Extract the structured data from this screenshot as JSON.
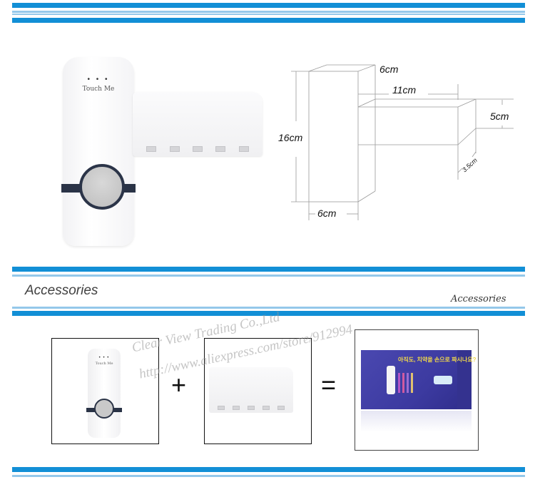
{
  "top_banner": {
    "colors": {
      "dark_blue": "#128fd6",
      "light_blue": "#94c8ea"
    }
  },
  "product_photo": {
    "dispenser_dots": "• • •",
    "dispenser_label": "Touch Me"
  },
  "dimensions": {
    "height": "16cm",
    "depth_top": "6cm",
    "width_bottom": "6cm",
    "holder_length": "11cm",
    "holder_height": "5cm",
    "holder_depth": "3.5cm"
  },
  "accessories_section": {
    "title": "Accessories",
    "script_title": "Accessories"
  },
  "watermark": {
    "line1": "Clear View Trading Co.,Ltd",
    "line2": "http://www.aliexpress.com/store/912994"
  },
  "equation": {
    "item1": {
      "dots": "• • •",
      "label": "Touch Me"
    },
    "plus_symbol": "+",
    "equals_symbol": "=",
    "package": {
      "headline": "아직도, 치약을 손으로 짜시나요?"
    }
  }
}
